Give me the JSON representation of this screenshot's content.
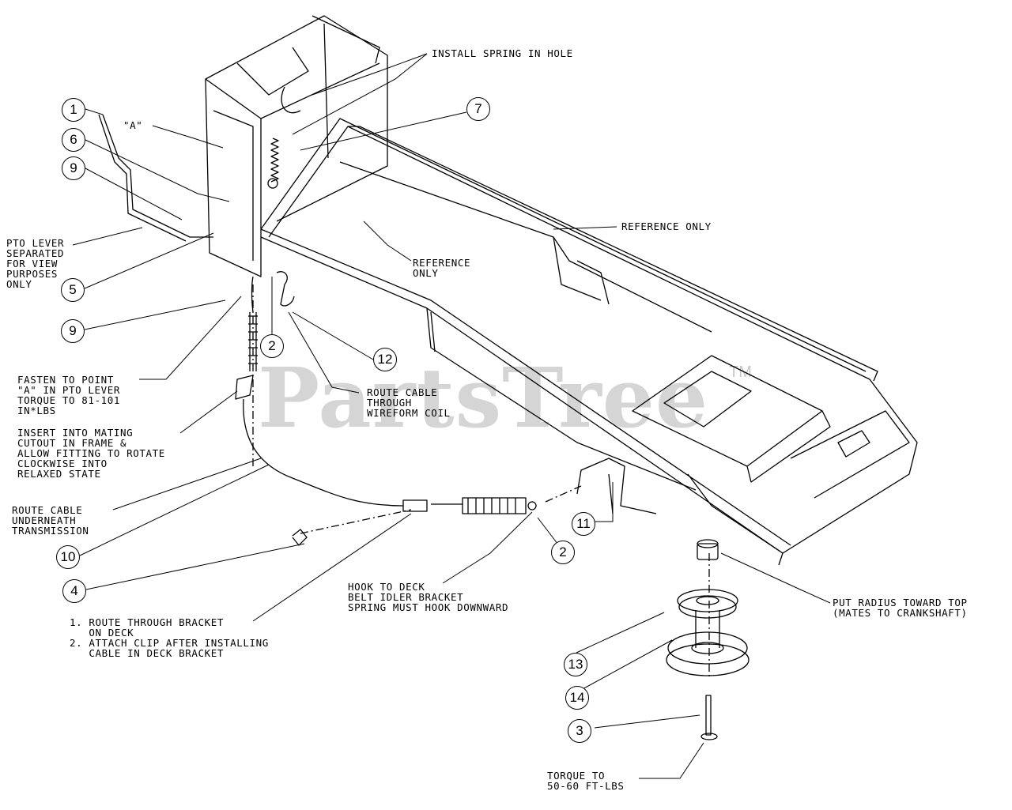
{
  "watermark": {
    "text": "PartsTree",
    "tm": "TM"
  },
  "callouts": {
    "c1": "1",
    "c6": "6",
    "c9a": "9",
    "c5": "5",
    "c9b": "9",
    "c2a": "2",
    "c12": "12",
    "c7": "7",
    "c11": "11",
    "c2b": "2",
    "c10": "10",
    "c4": "4",
    "c13": "13",
    "c14": "14",
    "c3": "3"
  },
  "notes": {
    "install_spring": "INSTALL SPRING IN HOLE",
    "a_label": "\"A\"",
    "pto_lever": "PTO LEVER\nSEPARATED\nFOR VIEW\nPURPOSES\nONLY",
    "reference_only_1": "REFERENCE ONLY",
    "reference_only_2": "REFERENCE\nONLY",
    "fasten": "FASTEN TO POINT\n\"A\" IN PTO LEVER\nTORQUE TO 81-101\nIN*LBS",
    "insert": "INSERT INTO MATING\nCUTOUT IN FRAME &\nALLOW FITTING TO ROTATE\nCLOCKWISE INTO\nRELAXED STATE",
    "route_coil": "ROUTE CABLE\nTHROUGH\nWIREFORM COIL",
    "route_under": "ROUTE CABLE\nUNDERNEATH\nTRANSMISSION",
    "hook_deck": "HOOK TO DECK\nBELT IDLER BRACKET\nSPRING MUST HOOK DOWNWARD",
    "route_bracket": "1. ROUTE THROUGH BRACKET\n   ON DECK\n2. ATTACH CLIP AFTER INSTALLING\n   CABLE IN DECK BRACKET",
    "put_radius": "PUT RADIUS TOWARD TOP\n(MATES TO CRANKSHAFT)",
    "torque_ft": "TORQUE TO\n50-60 FT-LBS"
  }
}
